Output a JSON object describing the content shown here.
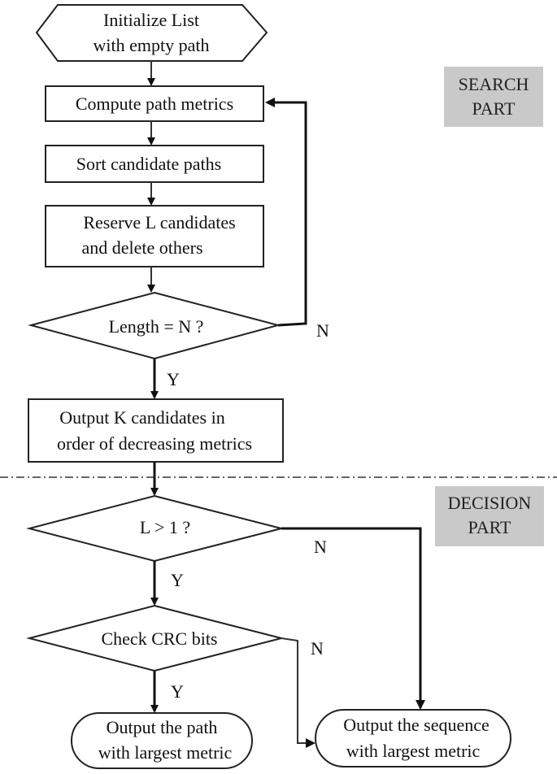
{
  "nodes": {
    "init": [
      "Initialize  List",
      "with empty path"
    ],
    "compute": [
      "Compute path metrics"
    ],
    "sort": [
      "Sort candidate paths"
    ],
    "reserve": [
      "Reserve L candidates",
      "and delete others"
    ],
    "length": [
      "Length = N ?"
    ],
    "output_k": [
      "Output K candidates in",
      "order of decreasing metrics"
    ],
    "l_gt_1": [
      "L > 1 ?"
    ],
    "crc": [
      "Check CRC bits"
    ],
    "out_path": [
      "Output the path",
      "with largest metric"
    ],
    "out_seq": [
      "Output the sequence",
      "with largest metric"
    ]
  },
  "edge_labels": {
    "length_no": "N",
    "length_yes": "Y",
    "l_no": "N",
    "l_yes": "Y",
    "crc_no": "N",
    "crc_yes": "Y"
  },
  "parts": {
    "search": [
      "SEARCH",
      "PART"
    ],
    "decision": [
      "DECISION",
      "PART"
    ]
  },
  "colors": {
    "part_background": "#c9c9c9",
    "stroke": "#222222"
  }
}
